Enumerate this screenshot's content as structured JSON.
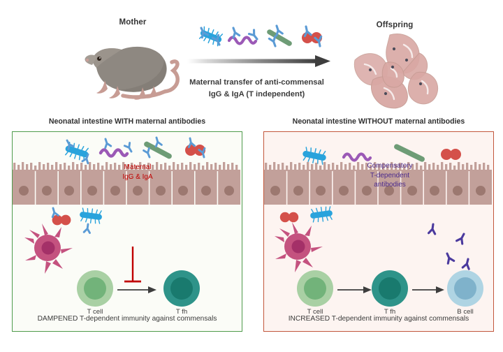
{
  "figure": {
    "type": "scientific-schematic",
    "topic": "Maternal antibody transfer and neonatal T-dependent immunity against commensals"
  },
  "top": {
    "mother_label": "Mother",
    "offspring_label": "Offspring",
    "transfer_caption_line1": "Maternal transfer of anti-commensal",
    "transfer_caption_line2": "IgG & IgA (T independent)",
    "arrow": "gradient-right-arrow",
    "complexes": [
      {
        "microbe": "blue-bacillus",
        "color": "#29A3DC",
        "bound_antibodies": 2
      },
      {
        "microbe": "purple-spirochete",
        "color": "#9B59B6",
        "bound_antibodies": 2
      },
      {
        "microbe": "green-rod",
        "color": "#6E9C76",
        "bound_antibodies": 2
      },
      {
        "microbe": "red-diplococcus",
        "color": "#D4504A",
        "bound_antibodies": 1
      }
    ],
    "antibody_color": "#5B9BD5"
  },
  "panels": [
    {
      "id": "with-antibodies",
      "title": "Neonatal intestine WITH maternal antibodies",
      "caption": "DAMPENED T-dependent immunity against commensals",
      "border_color": "#4E9B4B",
      "background_color": "#FBFCF7",
      "lumen_microbes_bound": true,
      "lumen_microbes": [
        {
          "microbe": "blue-bacillus",
          "color": "#29A3DC"
        },
        {
          "microbe": "purple-spirochete",
          "color": "#9B59B6"
        },
        {
          "microbe": "green-rod",
          "color": "#6E9C76"
        },
        {
          "microbe": "red-diplococcus",
          "color": "#D4504A"
        }
      ],
      "epithelium_color": "#C2A09A",
      "epithelium_nucleus_color": "#9C7870",
      "dendritic_cell": {
        "label": "",
        "color": "#C4527F"
      },
      "lamina_microbes": [
        {
          "microbe": "red-diplococcus",
          "color": "#D4504A",
          "bound": true
        },
        {
          "microbe": "blue-bacillus",
          "color": "#29A3DC",
          "bound": true
        }
      ],
      "cells": [
        {
          "name": "T cell",
          "fill": "#A9D0A4",
          "nucleus": "#72B37A"
        },
        {
          "name": "T fh",
          "fill": "#2E9389",
          "nucleus": "#197A6E"
        }
      ],
      "annotation": {
        "text_line1": "Maternal",
        "text_line2": "IgG & IgA",
        "color": "#C00000",
        "marker": "inhibition-bar"
      }
    },
    {
      "id": "without-antibodies",
      "title": "Neonatal intestine WITHOUT maternal antibodies",
      "caption": "INCREASED T-dependent immunity against commensals",
      "border_color": "#C2573C",
      "background_color": "#FDF4F1",
      "lumen_microbes_bound": false,
      "lumen_microbes": [
        {
          "microbe": "blue-bacillus",
          "color": "#29A3DC"
        },
        {
          "microbe": "purple-spirochete",
          "color": "#9B59B6"
        },
        {
          "microbe": "green-rod",
          "color": "#6E9C76"
        },
        {
          "microbe": "red-diplococcus",
          "color": "#D4504A"
        }
      ],
      "epithelium_color": "#C2A09A",
      "epithelium_nucleus_color": "#9C7870",
      "dendritic_cell": {
        "label": "",
        "color": "#C4527F"
      },
      "lamina_microbes": [
        {
          "microbe": "red-diplococcus",
          "color": "#D4504A",
          "bound": false
        },
        {
          "microbe": "blue-bacillus",
          "color": "#29A3DC",
          "bound": false
        }
      ],
      "cells": [
        {
          "name": "T cell",
          "fill": "#A9D0A4",
          "nucleus": "#72B37A"
        },
        {
          "name": "T fh",
          "fill": "#2E9389",
          "nucleus": "#197A6E"
        },
        {
          "name": "B cell",
          "fill": "#AFD4E3",
          "nucleus": "#7FB2CB"
        }
      ],
      "annotation": {
        "text_line1": "Compensatory",
        "text_line2": "T-dependent",
        "text_line3": "antibodies",
        "color": "#4B2A8C",
        "marker": "antibodies"
      }
    }
  ],
  "colors": {
    "mouse_body": "#8E8881",
    "mouse_tail": "#C79C94",
    "pup_body": "#D9A8A4",
    "arrow_dark": "#3D3D3D",
    "text": "#3A3A3A"
  }
}
